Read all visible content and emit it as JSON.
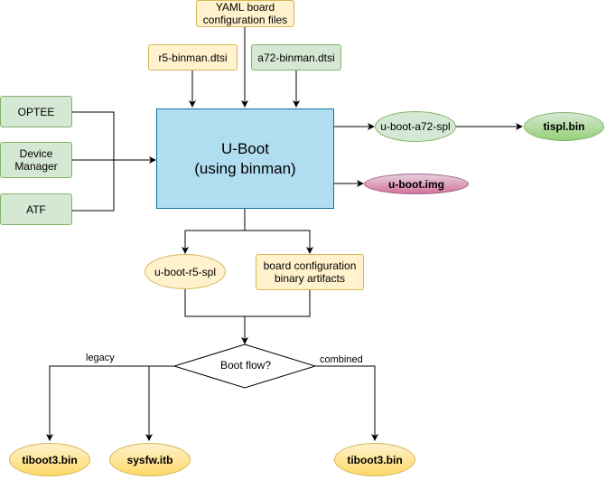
{
  "nodes": {
    "yaml_line1": "YAML board",
    "yaml_line2": "configuration files",
    "r5_dtsi": "r5-binman.dtsi",
    "a72_dtsi": "a72-binman.dtsi",
    "optee": "OPTEE",
    "device_manager_line1": "Device",
    "device_manager_line2": "Manager",
    "atf": "ATF",
    "uboot_line1": "U-Boot",
    "uboot_line2": "(using binman)",
    "uboot_a72_spl": "u-boot-a72-spl",
    "tispl_bin": "tispl.bin",
    "uboot_img": "u-boot.img",
    "uboot_r5_spl": "u-boot-r5-spl",
    "board_cfg_line1": "board configuration",
    "board_cfg_line2": "binary artifacts",
    "boot_flow": "Boot flow?",
    "tiboot3_legacy": "tiboot3.bin",
    "sysfw_itb": "sysfw.itb",
    "tiboot3_combined": "tiboot3.bin"
  },
  "edge_labels": {
    "legacy": "legacy",
    "combined": "combined"
  },
  "colors": {
    "yellow_fill": "#fff2cc",
    "yellow_stroke": "#d6b656",
    "green_fill": "#d5e8d4",
    "green_stroke": "#82b366",
    "blue_fill": "#b1ddf0",
    "blue_stroke": "#10739e",
    "pink_fill": "#d5739d",
    "gold_fill": "#ffd966"
  }
}
